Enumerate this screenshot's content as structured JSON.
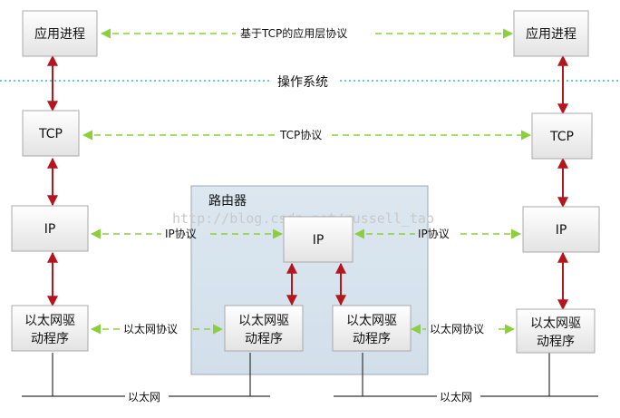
{
  "diagram": {
    "os_label": "操作系统",
    "router_label": "路由器",
    "watermark": "http://blog.csdn.net/russell_tao",
    "ethernet_label": "以太网",
    "boxes": {
      "app": "应用进程",
      "tcp": "TCP",
      "ip": "IP",
      "eth_line1": "以太网驱",
      "eth_line2": "动程序"
    },
    "protocols": {
      "app": "基于TCP的应用层协议",
      "tcp": "TCP协议",
      "ip": "IP协议",
      "eth": "以太网协议"
    },
    "colors": {
      "box_fill_top": "#ffffff",
      "box_fill_bottom": "#e6e6e6",
      "router_fill": "#d8e4ee",
      "dashed_arrow": "#8ccf3c",
      "dotted_line": "#37b6d0",
      "vertical_arrow": "#b3171d",
      "wire": "#333333"
    }
  }
}
